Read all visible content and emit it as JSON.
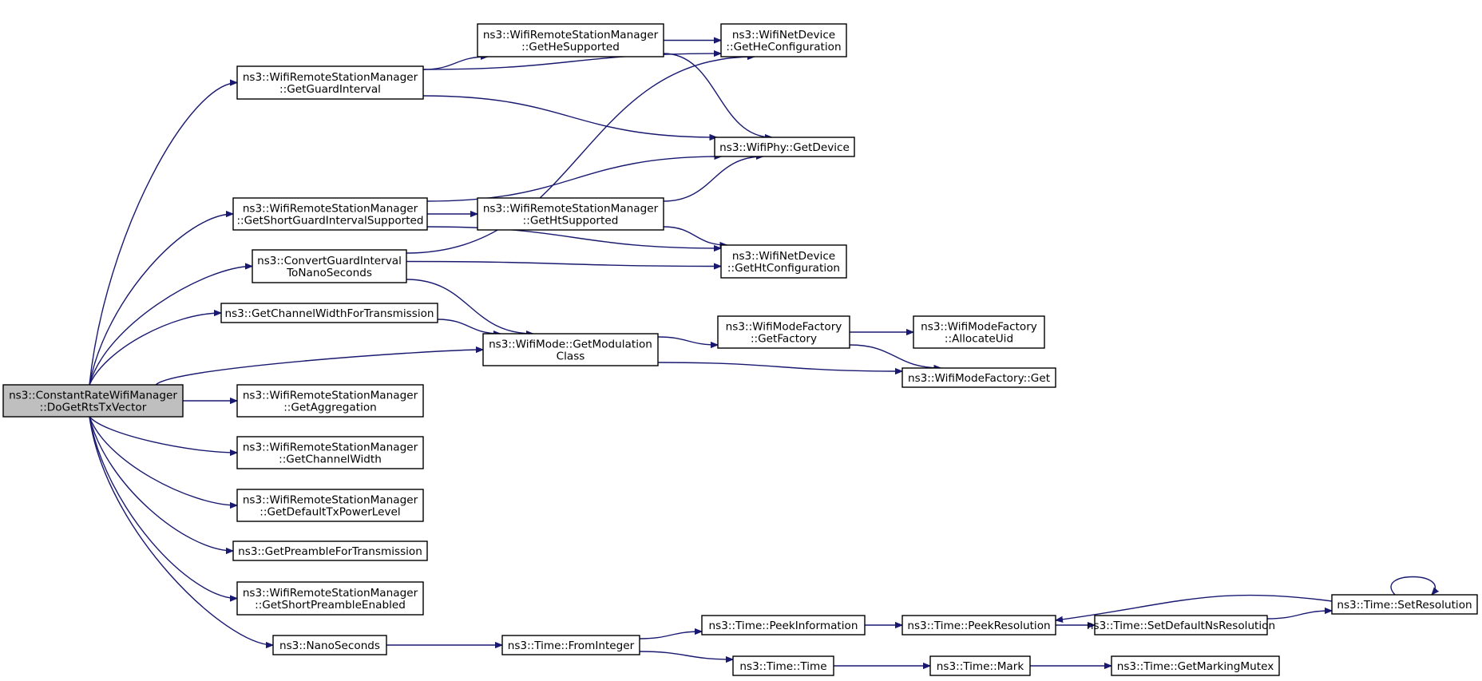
{
  "graph": {
    "edge_color": "#191970",
    "root_fill": "#bfbfbf",
    "nodes": [
      {
        "id": "root",
        "lines": [
          "ns3::ConstantRateWifiManager",
          "::DoGetRtsTxVector"
        ],
        "root": true
      },
      {
        "id": "gi",
        "lines": [
          "ns3::WifiRemoteStationManager",
          "::GetGuardInterval"
        ]
      },
      {
        "id": "hes",
        "lines": [
          "ns3::WifiRemoteStationManager",
          "::GetHeSupported"
        ]
      },
      {
        "id": "hecfg",
        "lines": [
          "ns3::WifiNetDevice",
          "::GetHeConfiguration"
        ]
      },
      {
        "id": "dev",
        "lines": [
          "ns3::WifiPhy::GetDevice"
        ]
      },
      {
        "id": "sgi",
        "lines": [
          "ns3::WifiRemoteStationManager",
          "::GetShortGuardIntervalSupported"
        ]
      },
      {
        "id": "hts",
        "lines": [
          "ns3::WifiRemoteStationManager",
          "::GetHtSupported"
        ]
      },
      {
        "id": "cgi",
        "lines": [
          "ns3::ConvertGuardInterval",
          "ToNanoSeconds"
        ]
      },
      {
        "id": "htcfg",
        "lines": [
          "ns3::WifiNetDevice",
          "::GetHtConfiguration"
        ]
      },
      {
        "id": "cw",
        "lines": [
          "ns3::GetChannelWidthForTransmission"
        ]
      },
      {
        "id": "mod",
        "lines": [
          "ns3::WifiMode::GetModulation",
          "Class"
        ]
      },
      {
        "id": "fac",
        "lines": [
          "ns3::WifiModeFactory",
          "::GetFactory"
        ]
      },
      {
        "id": "uid",
        "lines": [
          "ns3::WifiModeFactory",
          "::AllocateUid"
        ]
      },
      {
        "id": "mfget",
        "lines": [
          "ns3::WifiModeFactory::Get"
        ]
      },
      {
        "id": "agg",
        "lines": [
          "ns3::WifiRemoteStationManager",
          "::GetAggregation"
        ]
      },
      {
        "id": "chw",
        "lines": [
          "ns3::WifiRemoteStationManager",
          "::GetChannelWidth"
        ]
      },
      {
        "id": "dtx",
        "lines": [
          "ns3::WifiRemoteStationManager",
          "::GetDefaultTxPowerLevel"
        ]
      },
      {
        "id": "pre",
        "lines": [
          "ns3::GetPreambleForTransmission"
        ]
      },
      {
        "id": "spe",
        "lines": [
          "ns3::WifiRemoteStationManager",
          "::GetShortPreambleEnabled"
        ]
      },
      {
        "id": "nano",
        "lines": [
          "ns3::NanoSeconds"
        ]
      },
      {
        "id": "fromint",
        "lines": [
          "ns3::Time::FromInteger"
        ]
      },
      {
        "id": "peekinfo",
        "lines": [
          "ns3::Time::PeekInformation"
        ]
      },
      {
        "id": "peekres",
        "lines": [
          "ns3::Time::PeekResolution"
        ]
      },
      {
        "id": "setdef",
        "lines": [
          "ns3::Time::SetDefaultNsResolution"
        ]
      },
      {
        "id": "setres",
        "lines": [
          "ns3::Time::SetResolution"
        ]
      },
      {
        "id": "time",
        "lines": [
          "ns3::Time::Time"
        ]
      },
      {
        "id": "mark",
        "lines": [
          "ns3::Time::Mark"
        ]
      },
      {
        "id": "mutex",
        "lines": [
          "ns3::Time::GetMarkingMutex"
        ]
      }
    ],
    "edges": [
      [
        "root",
        "gi"
      ],
      [
        "root",
        "sgi"
      ],
      [
        "root",
        "cgi"
      ],
      [
        "root",
        "cw"
      ],
      [
        "root",
        "mod"
      ],
      [
        "root",
        "agg"
      ],
      [
        "root",
        "chw"
      ],
      [
        "root",
        "dtx"
      ],
      [
        "root",
        "pre"
      ],
      [
        "root",
        "spe"
      ],
      [
        "root",
        "nano"
      ],
      [
        "gi",
        "hes"
      ],
      [
        "gi",
        "hecfg"
      ],
      [
        "gi",
        "dev"
      ],
      [
        "hes",
        "hecfg"
      ],
      [
        "hes",
        "dev"
      ],
      [
        "sgi",
        "dev"
      ],
      [
        "sgi",
        "hts"
      ],
      [
        "sgi",
        "htcfg"
      ],
      [
        "hts",
        "dev"
      ],
      [
        "hts",
        "htcfg"
      ],
      [
        "cgi",
        "hecfg"
      ],
      [
        "cgi",
        "htcfg"
      ],
      [
        "cgi",
        "mod"
      ],
      [
        "cw",
        "mod"
      ],
      [
        "mod",
        "fac"
      ],
      [
        "mod",
        "mfget"
      ],
      [
        "fac",
        "uid"
      ],
      [
        "fac",
        "mfget"
      ],
      [
        "nano",
        "fromint"
      ],
      [
        "fromint",
        "peekinfo"
      ],
      [
        "fromint",
        "time"
      ],
      [
        "peekinfo",
        "peekres"
      ],
      [
        "peekres",
        "setdef"
      ],
      [
        "setdef",
        "setres"
      ],
      [
        "setres",
        "peekres"
      ],
      [
        "setres",
        "setres"
      ],
      [
        "time",
        "mark"
      ],
      [
        "mark",
        "mutex"
      ]
    ]
  }
}
